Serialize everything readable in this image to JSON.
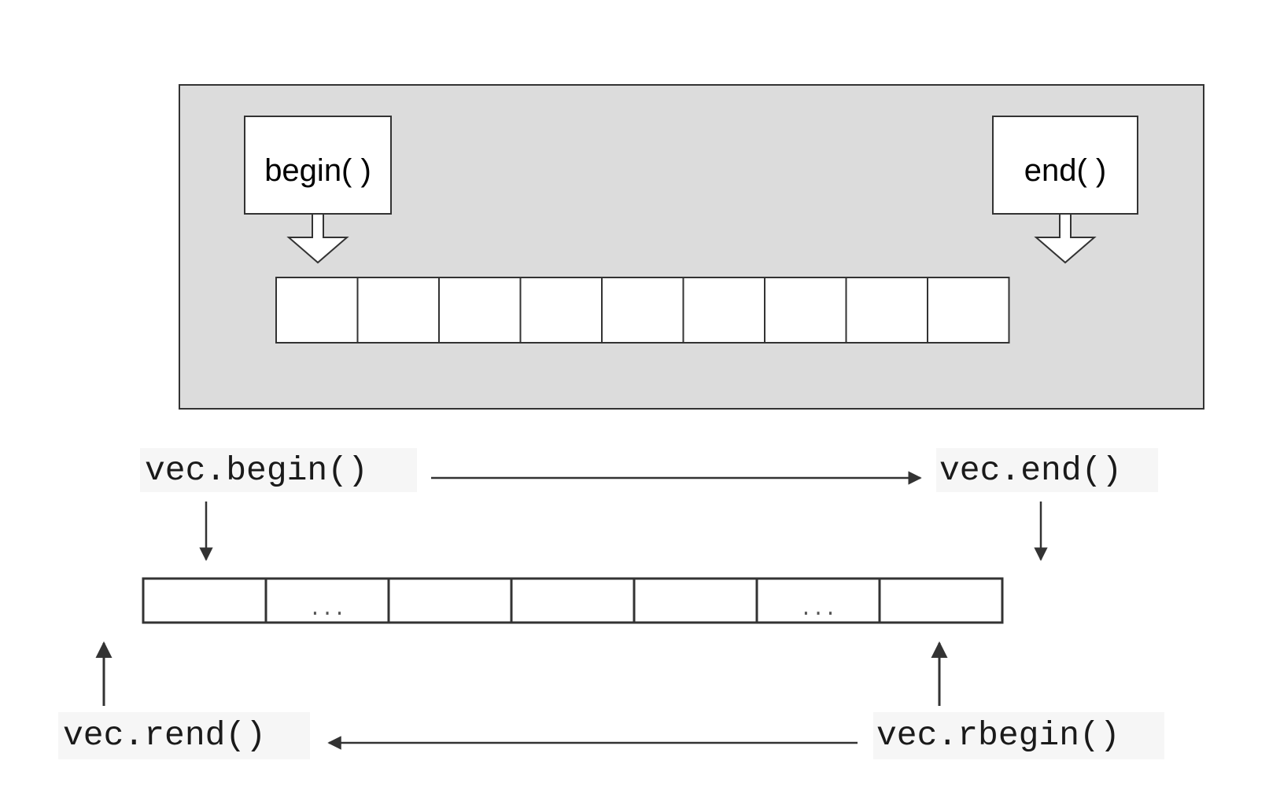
{
  "top_panel": {
    "begin_label": "begin( )",
    "end_label": "end( )",
    "cell_count": 9,
    "panel_color": "#dcdcdc"
  },
  "iterators": {
    "begin": "vec.begin()",
    "end": "vec.end()",
    "rend": "vec.rend()",
    "rbegin": "vec.rbegin()"
  },
  "bottom_array": {
    "cells": [
      "",
      "...",
      "",
      "",
      "",
      "...",
      ""
    ]
  }
}
